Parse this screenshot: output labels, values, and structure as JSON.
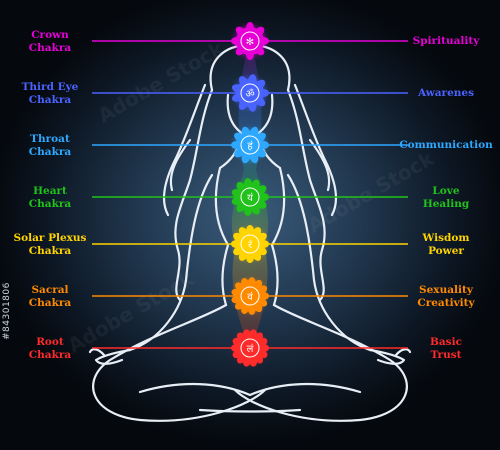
{
  "chakras": [
    {
      "id": "crown",
      "name": [
        "Crown",
        "Chakra"
      ],
      "meaning": [
        "Spirituality"
      ],
      "color": "#e600d6",
      "symbol": "✻"
    },
    {
      "id": "third-eye",
      "name": [
        "Third Eye",
        "Chakra"
      ],
      "meaning": [
        "Awarenes"
      ],
      "color": "#4a63ff",
      "symbol": "ॐ"
    },
    {
      "id": "throat",
      "name": [
        "Throat",
        "Chakra"
      ],
      "meaning": [
        "Communication"
      ],
      "color": "#2fa8ff",
      "symbol": "हं"
    },
    {
      "id": "heart",
      "name": [
        "Heart",
        "Chakra"
      ],
      "meaning": [
        "Love",
        "Healing"
      ],
      "color": "#21c21c",
      "symbol": "यं"
    },
    {
      "id": "solar-plexus",
      "name": [
        "Solar Plexus",
        "Chakra"
      ],
      "meaning": [
        "Wisdom",
        "Power"
      ],
      "color": "#ffd400",
      "symbol": "रं"
    },
    {
      "id": "sacral",
      "name": [
        "Sacral",
        "Chakra"
      ],
      "meaning": [
        "Sexuality",
        "Creativity"
      ],
      "color": "#ff8a00",
      "symbol": "वं"
    },
    {
      "id": "root",
      "name": [
        "Root",
        "Chakra"
      ],
      "meaning": [
        "Basic",
        "Trust"
      ],
      "color": "#ff2b2b",
      "symbol": "लं"
    }
  ],
  "side_id": "#84301806"
}
